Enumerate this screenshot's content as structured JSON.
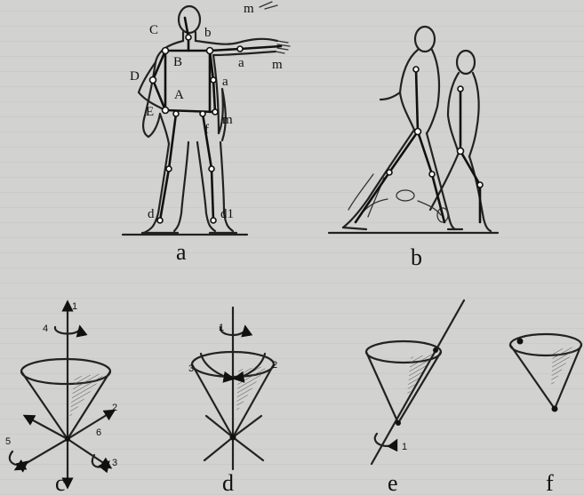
{
  "panels": {
    "a": {
      "caption": "a",
      "labels": {
        "C": "C",
        "b_top": "b",
        "m_top": "m",
        "B": "B",
        "a_arm": "a",
        "m_arm": "m",
        "D": "D",
        "a_right": "a",
        "A": "A",
        "E": "E",
        "f": "f",
        "m_hip": "m",
        "d": "d",
        "d1": "d1"
      }
    },
    "b": {
      "caption": "b"
    },
    "c": {
      "caption": "c",
      "axis_labels": {
        "one": "1",
        "two": "2",
        "three": "3",
        "four": "4",
        "five": "5",
        "six": "6"
      }
    },
    "d": {
      "caption": "d",
      "axis_labels": {
        "one": "1",
        "two": "2",
        "three": "3"
      }
    },
    "e": {
      "caption": "e",
      "axis_labels": {
        "one": "1"
      }
    },
    "f": {
      "caption": "f"
    }
  }
}
